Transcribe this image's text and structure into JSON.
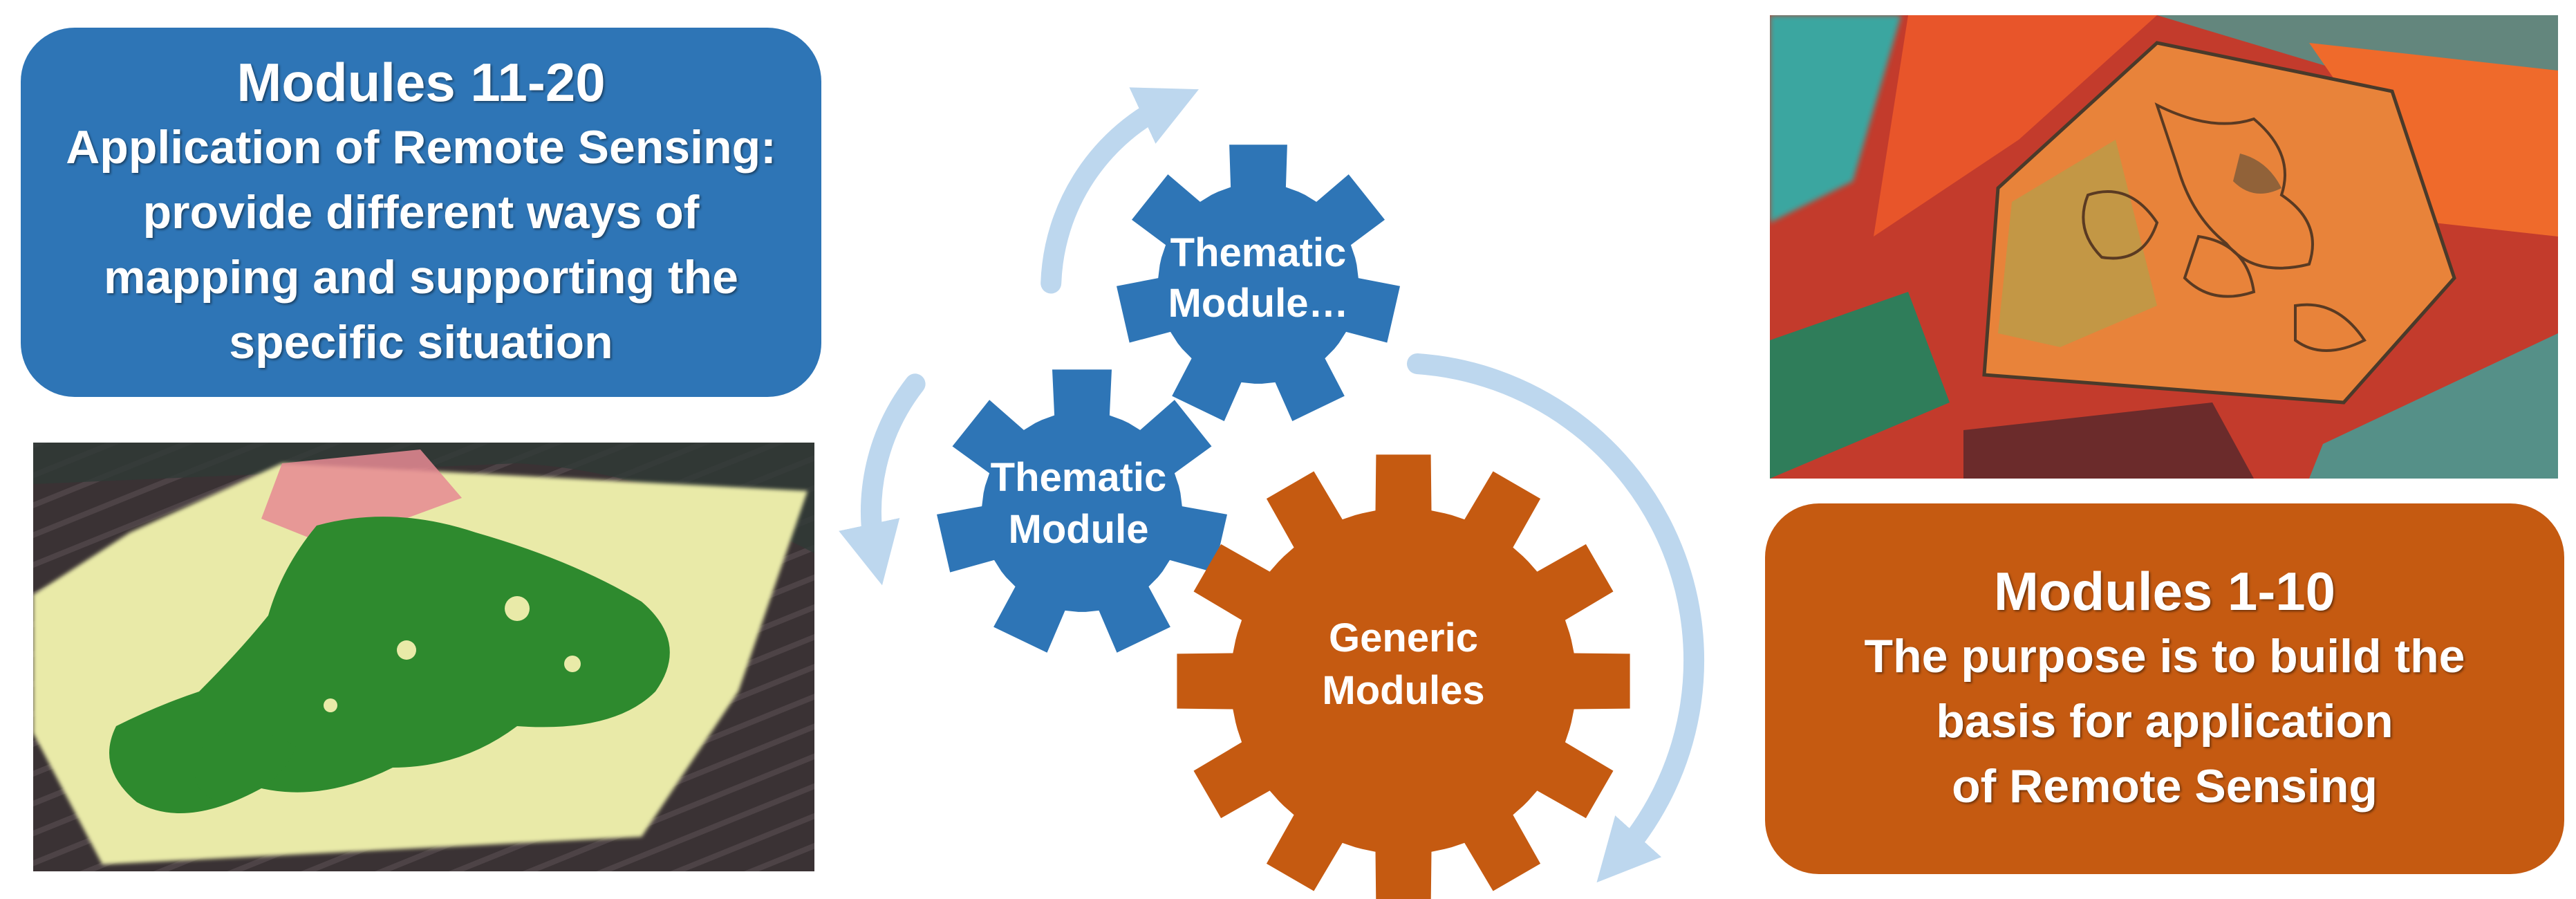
{
  "colors": {
    "background": "#ffffff",
    "thematic_gear": "#2e75b6",
    "generic_gear": "#c55a11",
    "arrow": "#bdd7ee",
    "blue_box": "#2e75b6",
    "orange_box": "#c55a11"
  },
  "blue_box": {
    "title": "Modules 11-20",
    "lines": [
      "Application of Remote Sensing:",
      "provide different ways of",
      "mapping and supporting the",
      "specific situation"
    ]
  },
  "orange_box": {
    "title": "Modules 1-10",
    "lines": [
      "The purpose is to build the",
      "basis for application",
      "of Remote Sensing"
    ]
  },
  "gears": {
    "top_thematic": [
      "Thematic",
      "Module…"
    ],
    "middle_thematic": [
      "Thematic",
      "Module"
    ],
    "generic": [
      "Generic",
      "Modules"
    ]
  },
  "images": {
    "left": "agricultural-field-classification-map",
    "right": "false-color-satellite-field-with-zone-boundaries"
  }
}
